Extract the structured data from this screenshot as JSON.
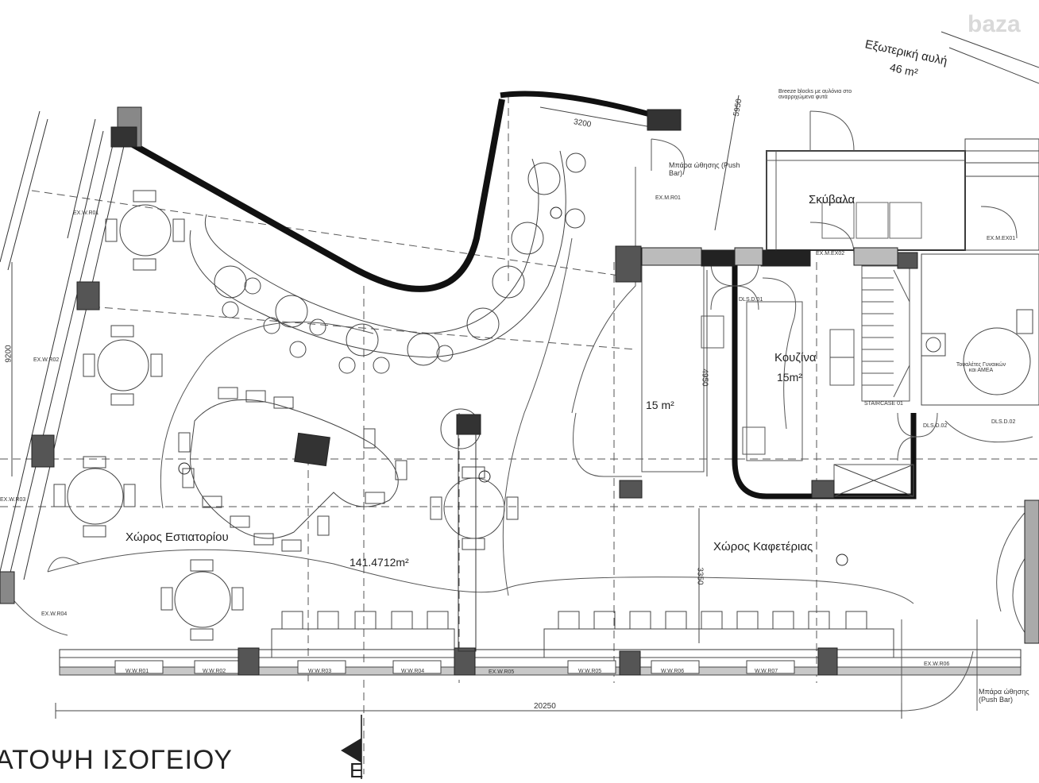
{
  "plan": {
    "title": "ΑΤΟΨΗ ΙΣΟΓΕΙΟΥ",
    "section_marker": "Ε",
    "watermark": "baza",
    "rooms": {
      "restaurant": "Χώρος Εστιατορίου",
      "restaurant_area": "141.4712m²",
      "cafeteria": "Χώρος Καφετέριας",
      "kitchen": "Κουζίνα",
      "kitchen_area": "15m²",
      "storage_area": "15 m²",
      "waste": "Σκύβαλα",
      "courtyard": "Εξωτερική αυλή",
      "courtyard_area": "46 m²",
      "wc": "Τουαλέτες Γυναικών και ΑΜΕΑ"
    },
    "dimensions": {
      "total_width": "20250",
      "left_height": "9200",
      "top_width": "3200",
      "angled": "5950",
      "kitchen_depth": "4950",
      "cafe_depth": "3350"
    },
    "notes": {
      "push_bar_top": "Μπάρα ώθησης (Push Bar)",
      "push_bar_bottom": "Μπάρα ώθησης (Push Bar)",
      "breeze_blocks": "Breeze blocks με αυλόνια στο αναρριχώμενα φυτά"
    },
    "tags": {
      "ex_m_r01": "EX.M.R01",
      "ex_w_r01": "EX.W.R01",
      "ex_w_r02": "EX.W.R02",
      "ex_w_r03": "EX.W.R03",
      "ex_w_r04": "EX.W.R04",
      "ex_w_r05": "EX.W.R05",
      "ex_w_r06": "EX.W.R06",
      "ex_m_ex02": "EX.M.EX02",
      "ex_m_ex01": "EX.M.EX01",
      "dls_d01": "DLS.D.01",
      "dls_d02": "DLS.D.02",
      "dls_d02b": "DLS.D.02",
      "stairs": "STAIRCASE 01",
      "w_w_r01": "W.W.R01",
      "w_w_r02": "W.W.R02",
      "w_w_r03": "W.W.R03",
      "w_w_r04": "W.W.R04",
      "w_w_r05": "W.W.R05",
      "w_w_r06": "W.W.R06",
      "w_w_r07": "W.W.R07"
    }
  }
}
